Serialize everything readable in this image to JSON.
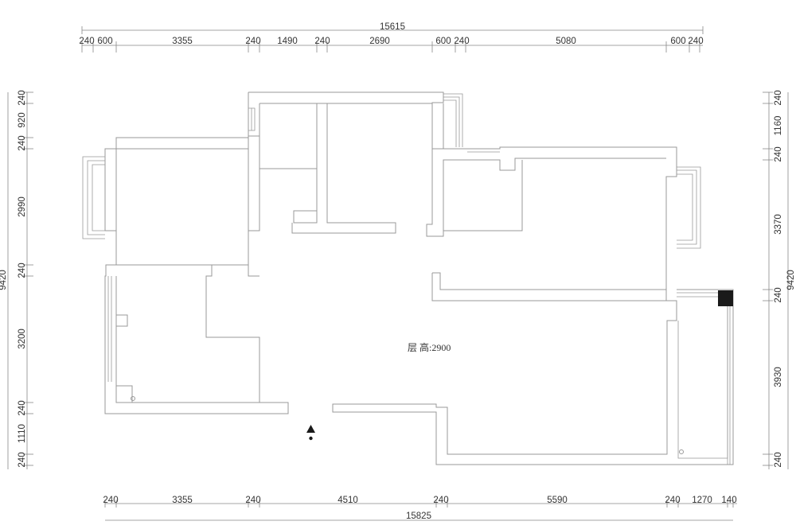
{
  "dimensions": {
    "top_total": "15615",
    "top": [
      "240",
      "600",
      "3355",
      "240",
      "1490",
      "240",
      "2690",
      "600",
      "240",
      "5080",
      "600",
      "240"
    ],
    "bottom_total": "15825",
    "bottom": [
      "240",
      "3355",
      "240",
      "4510",
      "240",
      "5590",
      "240",
      "1270",
      "140"
    ],
    "left_total": "9420",
    "left": [
      "240",
      "920",
      "240",
      "2990",
      "240",
      "3200",
      "240",
      "1110",
      "240"
    ],
    "right_total": "9420",
    "right": [
      "240",
      "1160",
      "240",
      "3370",
      "240",
      "3930",
      "240"
    ]
  },
  "annotations": {
    "ceiling_height": "层 高:2900"
  },
  "colors": {
    "line": "#777777",
    "wall_line": "#9a9a9a",
    "text": "#333333",
    "column": "#1a1a1a"
  },
  "icons": {
    "entrance": "up-triangle-icon",
    "entrance_dot": "dot-icon"
  }
}
